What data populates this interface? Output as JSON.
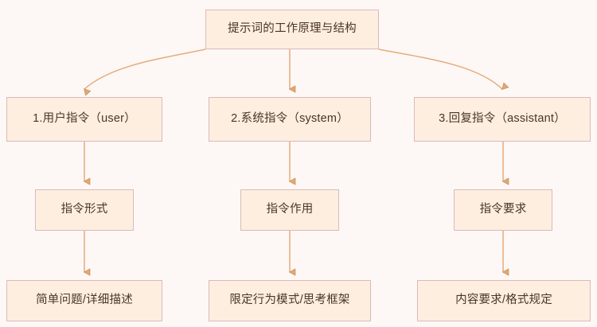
{
  "diagram": {
    "type": "flowchart",
    "direction": "top-down",
    "colors": {
      "background": "#fdf8f5",
      "node_fill": "#fdeee0",
      "node_border": "#dcb9bc",
      "edge": "#e0a878",
      "text": "#4a3529"
    },
    "root": {
      "id": "root",
      "label": "提示词的工作原理与结构"
    },
    "branches": [
      {
        "id": "branch-user",
        "level1": "1.用户指令（user）",
        "level2": "指令形式",
        "level3": "简单问题/详细描述"
      },
      {
        "id": "branch-system",
        "level1": "2.系统指令（system）",
        "level2": "指令作用",
        "level3": "限定行为模式/思考框架"
      },
      {
        "id": "branch-assistant",
        "level1": "3.回复指令（assistant）",
        "level2": "指令要求",
        "level3": "内容要求/格式规定"
      }
    ],
    "edges": [
      {
        "from": "root",
        "to": "1.用户指令（user）",
        "style": "curved"
      },
      {
        "from": "root",
        "to": "2.系统指令（system）",
        "style": "straight"
      },
      {
        "from": "root",
        "to": "3.回复指令（assistant）",
        "style": "curved"
      },
      {
        "from": "1.用户指令（user）",
        "to": "指令形式",
        "style": "straight"
      },
      {
        "from": "2.系统指令（system）",
        "to": "指令作用",
        "style": "straight"
      },
      {
        "from": "3.回复指令（assistant）",
        "to": "指令要求",
        "style": "straight"
      },
      {
        "from": "指令形式",
        "to": "简单问题/详细描述",
        "style": "straight"
      },
      {
        "from": "指令作用",
        "to": "限定行为模式/思考框架",
        "style": "straight"
      },
      {
        "from": "指令要求",
        "to": "内容要求/格式规定",
        "style": "straight"
      }
    ]
  }
}
